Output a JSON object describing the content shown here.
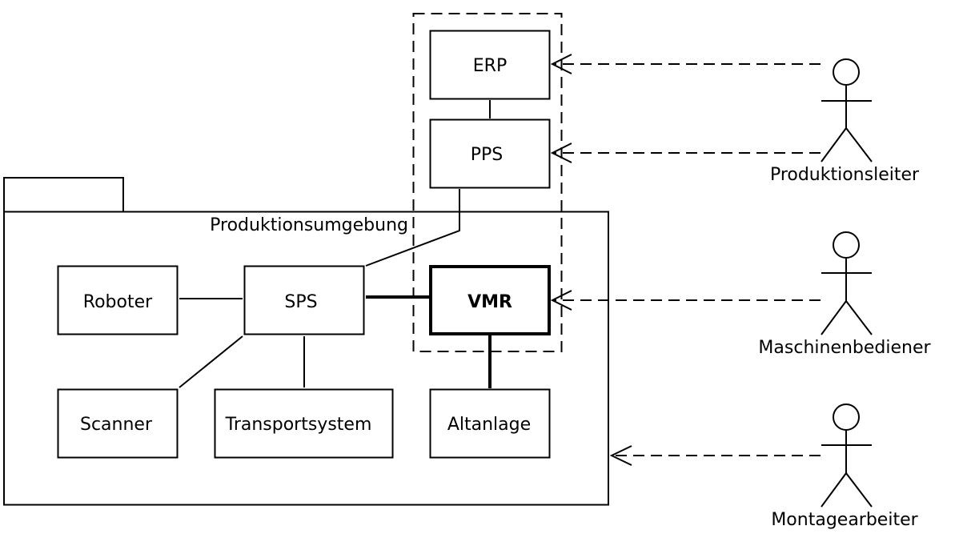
{
  "diagram": {
    "package": {
      "label": "Produktionsumgebung"
    },
    "boundary": {
      "name": "system-boundary"
    },
    "components": {
      "erp": {
        "label": "ERP"
      },
      "pps": {
        "label": "PPS"
      },
      "vmr": {
        "label": "VMR"
      },
      "roboter": {
        "label": "Roboter"
      },
      "sps": {
        "label": "SPS"
      },
      "scanner": {
        "label": "Scanner"
      },
      "transportsystem": {
        "label": "Transportsystem"
      },
      "altanlage": {
        "label": "Altanlage"
      }
    },
    "actors": {
      "produktionsleiter": {
        "label": "Produktionsleiter"
      },
      "maschinenbediener": {
        "label": "Maschinenbediener"
      },
      "montagearbeiter": {
        "label": "Montagearbeiter"
      }
    },
    "connections": [
      {
        "from": "ERP",
        "to": "PPS",
        "type": "association"
      },
      {
        "from": "PPS",
        "to": "SPS",
        "type": "association"
      },
      {
        "from": "Roboter",
        "to": "SPS",
        "type": "association"
      },
      {
        "from": "SPS",
        "to": "VMR",
        "type": "association-bold"
      },
      {
        "from": "SPS",
        "to": "Scanner",
        "type": "association"
      },
      {
        "from": "SPS",
        "to": "Transportsystem",
        "type": "association"
      },
      {
        "from": "VMR",
        "to": "Altanlage",
        "type": "association-bold"
      },
      {
        "from": "Produktionsleiter",
        "to": "ERP",
        "type": "dependency"
      },
      {
        "from": "Produktionsleiter",
        "to": "PPS",
        "type": "dependency"
      },
      {
        "from": "Maschinenbediener",
        "to": "VMR",
        "type": "dependency"
      },
      {
        "from": "Montagearbeiter",
        "to": "Produktionsumgebung",
        "type": "dependency"
      }
    ]
  }
}
